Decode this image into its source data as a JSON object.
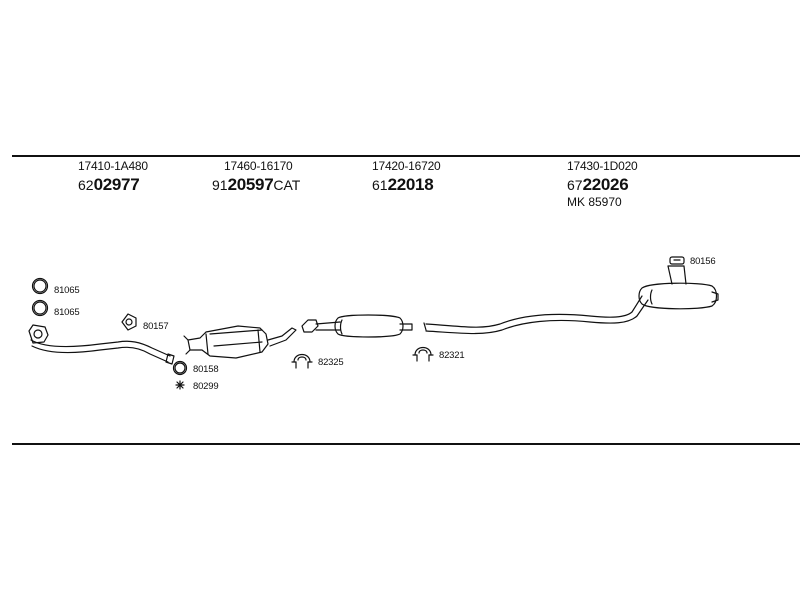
{
  "parts": [
    {
      "oem": "17410-1A480",
      "prefix": "62",
      "code": "02977",
      "suffix": ""
    },
    {
      "oem": "17460-16170",
      "prefix": "91",
      "code": "20597",
      "suffix": "CAT"
    },
    {
      "oem": "17420-16720",
      "prefix": "61",
      "code": "22018",
      "suffix": ""
    },
    {
      "oem": "17430-1D020",
      "prefix": "67",
      "code": "22026",
      "suffix": ""
    }
  ],
  "mk_label": "MK  85970",
  "refs": {
    "r81065a": "81065",
    "r81065b": "81065",
    "r80157": "80157",
    "r80158": "80158",
    "r80299": "80299",
    "r82325": "82325",
    "r82321": "82321",
    "r80156": "80156"
  }
}
